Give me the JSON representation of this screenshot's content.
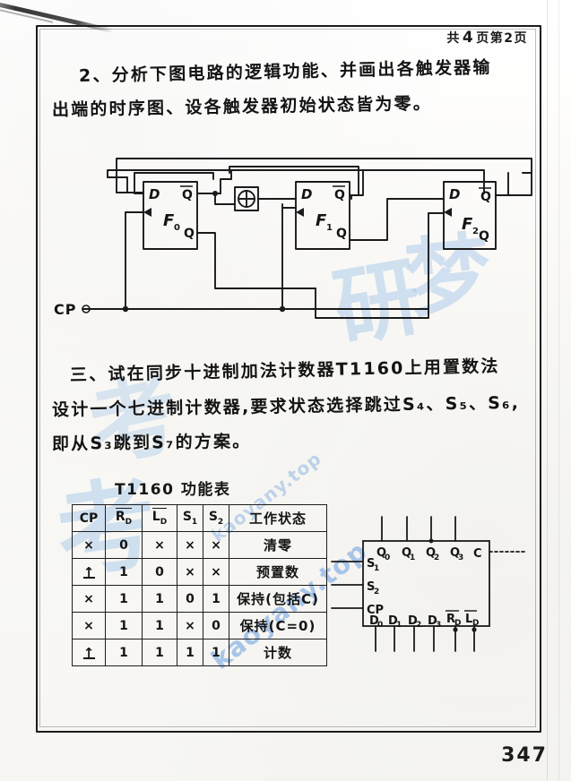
{
  "page": {
    "header_note": {
      "prefix": "共",
      "total_pages": "4",
      "mid": "页第",
      "current_page": "2",
      "suffix": "页"
    },
    "page_number": "347",
    "background_color": "#fdfdfb",
    "ink_color": "#151515"
  },
  "watermarks": {
    "url": "kaoyany.top",
    "cjk_left": "考",
    "cjk_mid": "研",
    "cjk_right": "梦"
  },
  "question2": {
    "line1": "2、分析下图电路的逻辑功能、并画出各触发器输",
    "line2": "出端的时序图、设各触发器初始状态皆为零。"
  },
  "circuit": {
    "clock_label": "CP",
    "xor_symbol": "⊕",
    "flipflops": [
      {
        "name": "F",
        "index": "0",
        "d_label": "D",
        "q_label": "Q",
        "qbar_label": "Q"
      },
      {
        "name": "F",
        "index": "1",
        "d_label": "D",
        "q_label": "Q",
        "qbar_label": "Q"
      },
      {
        "name": "F",
        "index": "2",
        "d_label": "D",
        "q_label": "Q",
        "qbar_label": "Q"
      }
    ]
  },
  "question3": {
    "line1": "三、试在同步十进制加法计数器T1160上用置数法",
    "line2": "设计一个七进制计数器,要求状态选择跳过S₄、S₅、S₆,",
    "line3": "即从S₃跳到S₇的方案。"
  },
  "function_table": {
    "title": "T1160 功能表",
    "headers": [
      "CP",
      "R",
      "L",
      "S₁",
      "S₂",
      "工作状态"
    ],
    "header_display": {
      "cp": "CP",
      "rd_base": "R",
      "rd_sub": "D",
      "ld_base": "L",
      "ld_sub": "D",
      "s1_base": "S",
      "s1_sub": "1",
      "s2_base": "S",
      "s2_sub": "2",
      "state": "工作状态"
    },
    "rows": [
      {
        "cp": "×",
        "rd": "0",
        "ld": "×",
        "s1": "×",
        "s2": "×",
        "state": "清零"
      },
      {
        "cp": "↥",
        "rd": "1",
        "ld": "0",
        "s1": "×",
        "s2": "×",
        "state": "预置数"
      },
      {
        "cp": "×",
        "rd": "1",
        "ld": "1",
        "s1": "0",
        "s2": "1",
        "state": "保持(包括C)"
      },
      {
        "cp": "×",
        "rd": "1",
        "ld": "1",
        "s1": "×",
        "s2": "0",
        "state": "保持(C=0)"
      },
      {
        "cp": "↥",
        "rd": "1",
        "ld": "1",
        "s1": "1",
        "s2": "1",
        "state": "计数"
      }
    ]
  },
  "ic_block": {
    "left_pins": [
      "S₁",
      "S₂",
      "CP"
    ],
    "left_pins_parts": [
      {
        "base": "S",
        "sub": "1"
      },
      {
        "base": "S",
        "sub": "2"
      },
      {
        "base": "CP",
        "sub": ""
      }
    ],
    "top_pins_parts": [
      {
        "base": "Q",
        "sub": "0"
      },
      {
        "base": "Q",
        "sub": "1"
      },
      {
        "base": "Q",
        "sub": "2"
      },
      {
        "base": "Q",
        "sub": "3"
      }
    ],
    "carry_pin": "C",
    "bottom_pins_parts": [
      {
        "base": "D",
        "sub": "0",
        "bar": false
      },
      {
        "base": "D",
        "sub": "1",
        "bar": false
      },
      {
        "base": "D",
        "sub": "2",
        "bar": false
      },
      {
        "base": "D",
        "sub": "3",
        "bar": false
      },
      {
        "base": "R",
        "sub": "D",
        "bar": true
      },
      {
        "base": "L",
        "sub": "D",
        "bar": true
      }
    ]
  }
}
